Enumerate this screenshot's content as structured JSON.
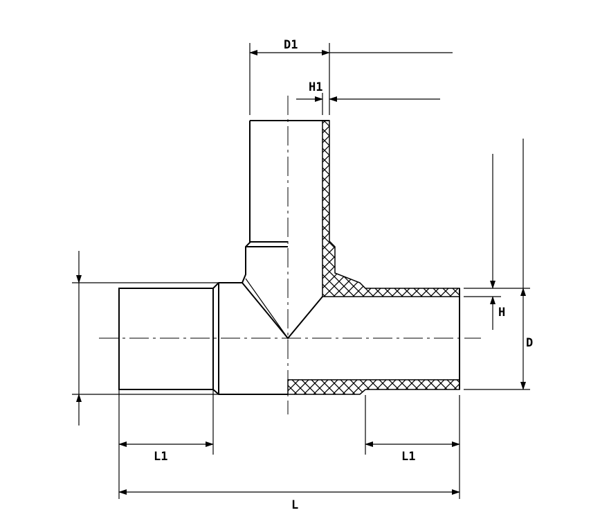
{
  "drawing": {
    "type": "tee-fitting-dimension-drawing",
    "labels": {
      "d1": "D1",
      "h1": "H1",
      "h": "H",
      "d": "D",
      "l1_left": "L1",
      "l1_right": "L1",
      "l": "L"
    },
    "colors": {
      "line": "#000000",
      "background": "#ffffff"
    }
  }
}
